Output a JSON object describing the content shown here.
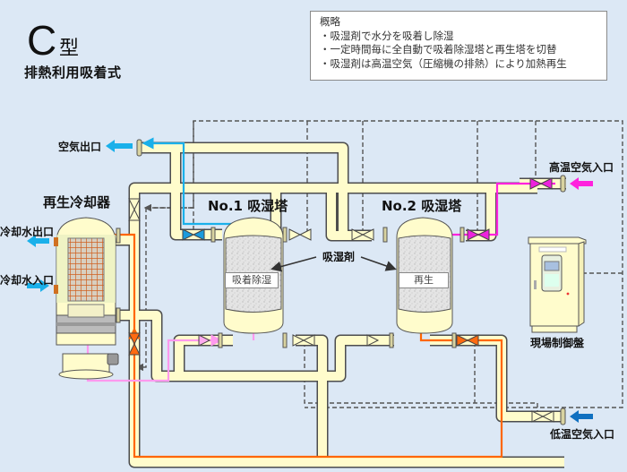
{
  "header": {
    "type_letter": "C",
    "type_suffix": "型",
    "subtitle": "排熱利用吸着式"
  },
  "summary": {
    "heading": "概略",
    "points": [
      "・吸湿剤で水分を吸着し除湿",
      "・一定時間毎に全自動で吸着除湿塔と再生塔を切替",
      "・吸湿剤は高温空気（圧縮機の排熱）により加熱再生"
    ]
  },
  "labels": {
    "air_outlet": "空気出口",
    "regen_cooler": "再生冷却器",
    "cooling_water_out": "冷却水出口",
    "cooling_water_in": "冷却水入口",
    "tower1": "No.1 吸湿塔",
    "tower2": "No.2 吸湿塔",
    "desiccant": "吸湿剤",
    "tower1_state": "吸着除湿",
    "tower2_state": "再生",
    "hot_air_inlet": "高温空気入口",
    "control_panel": "現場制御盤",
    "cold_air_inlet": "低温空気入口"
  },
  "colors": {
    "background": "#dce8f5",
    "pipe_fill": "#fffccc",
    "dry_air_flow": "#1ab0ea",
    "hot_air_flow": "#ff22dd",
    "regen_air_flow": "#ff6600",
    "wet_air_flow": "#ff99ee",
    "cold_air_arrow": "#1070c0",
    "control_line": "#555555"
  }
}
